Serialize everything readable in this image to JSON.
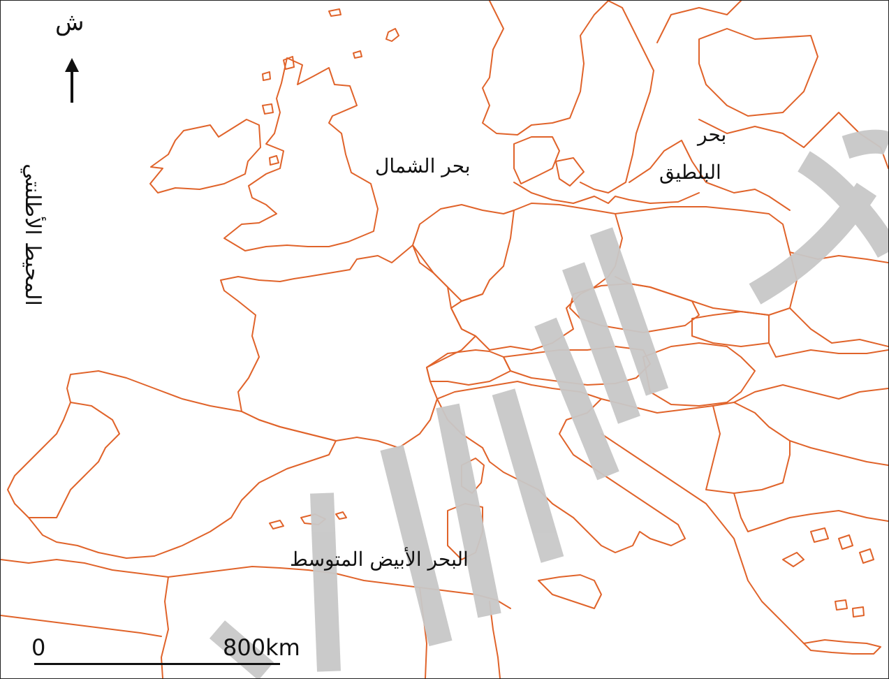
{
  "map": {
    "north_label": "ش",
    "labels": {
      "atlantic": "المحيط الأطلنتي",
      "north_sea": "بحر الشمال",
      "baltic_line1": "بحر",
      "baltic_line2": "البلطيق",
      "mediterranean": "البحر الأبيض المتوسط"
    },
    "scale": {
      "start": "0",
      "end": "800km"
    },
    "border_color": "#e0632a",
    "watermark_color": "#c8c8c8"
  }
}
